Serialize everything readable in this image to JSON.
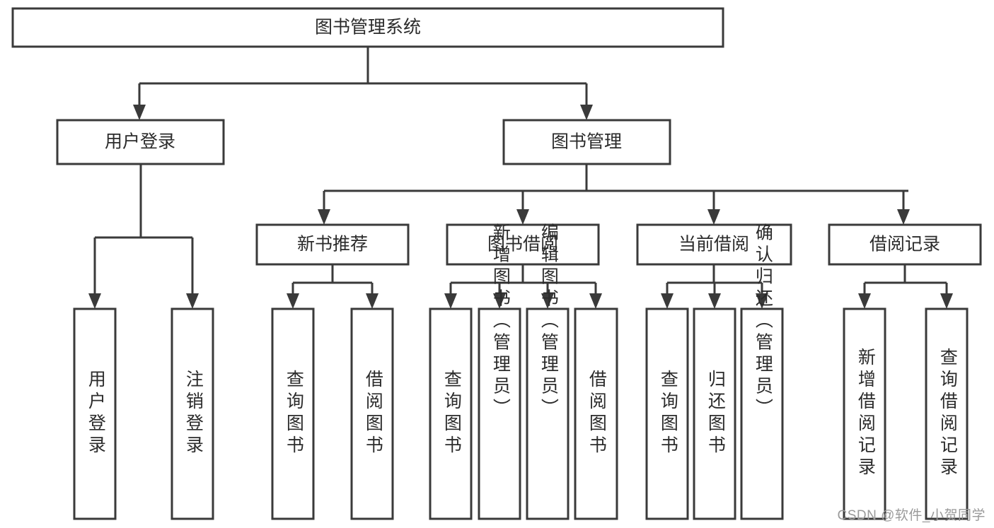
{
  "diagram": {
    "title": "图书管理系统",
    "type": "hierarchy-tree",
    "root": {
      "id": "root",
      "label": "图书管理系统"
    },
    "level2": [
      {
        "id": "user-login",
        "label": "用户登录"
      },
      {
        "id": "book-management",
        "label": "图书管理"
      }
    ],
    "level3": [
      {
        "id": "new-book-recommend",
        "label": "新书推荐",
        "parent": "book-management"
      },
      {
        "id": "book-borrow",
        "label": "图书借阅",
        "parent": "book-management"
      },
      {
        "id": "current-borrow",
        "label": "当前借阅",
        "parent": "book-management"
      },
      {
        "id": "borrow-record",
        "label": "借阅记录",
        "parent": "book-management"
      }
    ],
    "leaves": {
      "user-login": [
        {
          "id": "leaf-user-login",
          "label": "用户登录"
        },
        {
          "id": "leaf-user-logout",
          "label": "注销登录"
        }
      ],
      "new-book-recommend": [
        {
          "id": "leaf-query-book-1",
          "label": "查询图书"
        },
        {
          "id": "leaf-borrow-book-1",
          "label": "借阅图书"
        }
      ],
      "book-borrow": [
        {
          "id": "leaf-query-book-2",
          "label": "查询图书"
        },
        {
          "id": "leaf-add-book",
          "label": "新增图书（管理员）"
        },
        {
          "id": "leaf-edit-book",
          "label": "编辑图书（管理员）"
        },
        {
          "id": "leaf-borrow-book-2",
          "label": "借阅图书"
        }
      ],
      "current-borrow": [
        {
          "id": "leaf-query-book-3",
          "label": "查询图书"
        },
        {
          "id": "leaf-return-book",
          "label": "归还图书"
        },
        {
          "id": "leaf-confirm-return",
          "label": "确认归还（管理员）"
        }
      ],
      "borrow-record": [
        {
          "id": "leaf-add-record",
          "label": "新增借阅记录"
        },
        {
          "id": "leaf-query-record",
          "label": "查询借阅记录"
        }
      ]
    }
  },
  "watermark": {
    "text": "CSDN @软件_小贺同学"
  },
  "colors": {
    "stroke": "#3a3a3a",
    "fill": "#ffffff",
    "text": "#2b2b2b",
    "watermark": "#9a9a9a"
  }
}
